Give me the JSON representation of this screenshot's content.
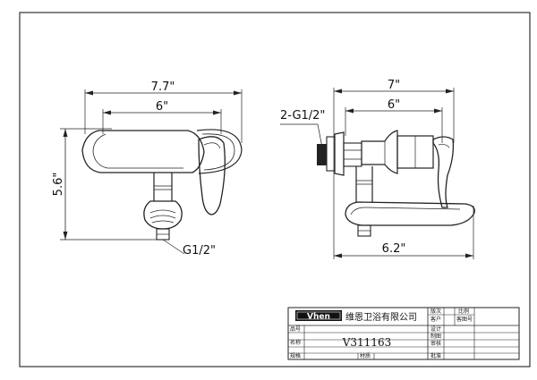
{
  "left_view": {
    "dim_overall_width": "7.7\"",
    "dim_body_width": "6\"",
    "dim_height": "5.6\"",
    "outlet_thread": "G1/2\""
  },
  "right_view": {
    "dim_overall_width": "7\"",
    "dim_body_width": "6\"",
    "dim_spout_width": "6.2\"",
    "inlet_thread": "2-G1/2\""
  },
  "title_block": {
    "brand": "Vhen",
    "company": "维恩卫浴有限公司",
    "model": "V311163",
    "labels": {
      "version": "版次",
      "ratio": "比例",
      "customer": "客户",
      "customer_code": "客图号",
      "item_no": "品号",
      "design": "设计",
      "name": "名称",
      "drawing": "制图",
      "review": "审核",
      "spec": "规格",
      "material": "材质",
      "approve": "批准"
    }
  }
}
